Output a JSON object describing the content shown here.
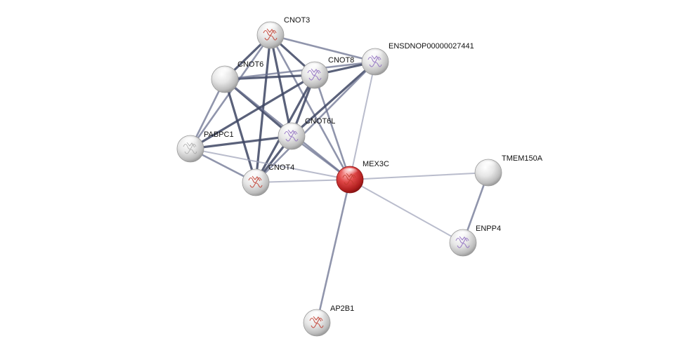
{
  "network": {
    "nodes": [
      {
        "id": "CNOT3",
        "label": "CNOT3",
        "color": "#e8e8e8",
        "structure": "red-fold"
      },
      {
        "id": "CNOT6",
        "label": "CNOT6",
        "color": "#e8e8e8",
        "structure": "none"
      },
      {
        "id": "CNOT8",
        "label": "CNOT8",
        "color": "#e8e8e8",
        "structure": "purple-fold"
      },
      {
        "id": "ENSDNOP00000027441",
        "label": "ENSDNOP00000027441",
        "color": "#e8e8e8",
        "structure": "purple-fold"
      },
      {
        "id": "CNOT6L",
        "label": "CNOT6L",
        "color": "#e8e8e8",
        "structure": "purple-fold"
      },
      {
        "id": "PABPC1",
        "label": "PABPC1",
        "color": "#e8e8e8",
        "structure": "grey-fold"
      },
      {
        "id": "CNOT4",
        "label": "CNOT4",
        "color": "#e8e8e8",
        "structure": "red-fold"
      },
      {
        "id": "MEX3C",
        "label": "MEX3C",
        "color": "#d42a2a",
        "structure": "red-fold"
      },
      {
        "id": "TMEM150A",
        "label": "TMEM150A",
        "color": "#e8e8e8",
        "structure": "none"
      },
      {
        "id": "ENPP4",
        "label": "ENPP4",
        "color": "#e8e8e8",
        "structure": "purple-fold"
      },
      {
        "id": "AP2B1",
        "label": "AP2B1",
        "color": "#e8e8e8",
        "structure": "red-fold"
      }
    ],
    "edges": [
      {
        "source": "CNOT3",
        "target": "CNOT6",
        "strength": "strong"
      },
      {
        "source": "CNOT3",
        "target": "CNOT8",
        "strength": "strong"
      },
      {
        "source": "CNOT3",
        "target": "ENSDNOP00000027441",
        "strength": "medium"
      },
      {
        "source": "CNOT3",
        "target": "CNOT6L",
        "strength": "strong"
      },
      {
        "source": "CNOT3",
        "target": "PABPC1",
        "strength": "medium"
      },
      {
        "source": "CNOT3",
        "target": "CNOT4",
        "strength": "strong"
      },
      {
        "source": "CNOT3",
        "target": "MEX3C",
        "strength": "medium"
      },
      {
        "source": "CNOT6",
        "target": "CNOT8",
        "strength": "strong"
      },
      {
        "source": "CNOT6",
        "target": "ENSDNOP00000027441",
        "strength": "medium"
      },
      {
        "source": "CNOT6",
        "target": "CNOT6L",
        "strength": "strong"
      },
      {
        "source": "CNOT6",
        "target": "PABPC1",
        "strength": "medium"
      },
      {
        "source": "CNOT6",
        "target": "CNOT4",
        "strength": "strong"
      },
      {
        "source": "CNOT6",
        "target": "MEX3C",
        "strength": "medium"
      },
      {
        "source": "CNOT8",
        "target": "ENSDNOP00000027441",
        "strength": "strong"
      },
      {
        "source": "CNOT8",
        "target": "CNOT6L",
        "strength": "strong"
      },
      {
        "source": "CNOT8",
        "target": "PABPC1",
        "strength": "strong"
      },
      {
        "source": "CNOT8",
        "target": "CNOT4",
        "strength": "strong"
      },
      {
        "source": "CNOT8",
        "target": "MEX3C",
        "strength": "medium"
      },
      {
        "source": "ENSDNOP00000027441",
        "target": "CNOT6L",
        "strength": "strong"
      },
      {
        "source": "ENSDNOP00000027441",
        "target": "CNOT4",
        "strength": "medium"
      },
      {
        "source": "ENSDNOP00000027441",
        "target": "MEX3C",
        "strength": "weak"
      },
      {
        "source": "CNOT6L",
        "target": "PABPC1",
        "strength": "strong"
      },
      {
        "source": "CNOT6L",
        "target": "CNOT4",
        "strength": "strong"
      },
      {
        "source": "CNOT6L",
        "target": "MEX3C",
        "strength": "medium"
      },
      {
        "source": "PABPC1",
        "target": "CNOT4",
        "strength": "medium"
      },
      {
        "source": "PABPC1",
        "target": "MEX3C",
        "strength": "weak"
      },
      {
        "source": "CNOT4",
        "target": "MEX3C",
        "strength": "weak"
      },
      {
        "source": "MEX3C",
        "target": "TMEM150A",
        "strength": "weak"
      },
      {
        "source": "MEX3C",
        "target": "ENPP4",
        "strength": "weak"
      },
      {
        "source": "MEX3C",
        "target": "AP2B1",
        "strength": "medium"
      },
      {
        "source": "TMEM150A",
        "target": "ENPP4",
        "strength": "medium"
      }
    ]
  }
}
